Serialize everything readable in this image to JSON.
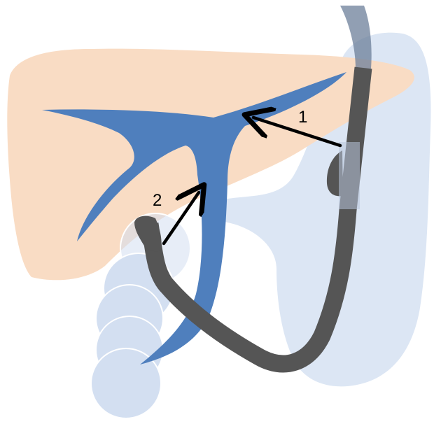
{
  "labels": {
    "arrow_1": "1",
    "arrow_2": "2"
  },
  "colors": {
    "liver": "#f9dcc4",
    "stomach": "#dce6f4",
    "duodenum": "#d3dff1",
    "bile_duct": "#4f7fbd",
    "endoscope": "#555555",
    "arrow": "#000000"
  },
  "parts": [
    "liver",
    "stomach",
    "duodenum",
    "bile-duct-tree",
    "endoscope",
    "arrow-1",
    "arrow-2"
  ]
}
